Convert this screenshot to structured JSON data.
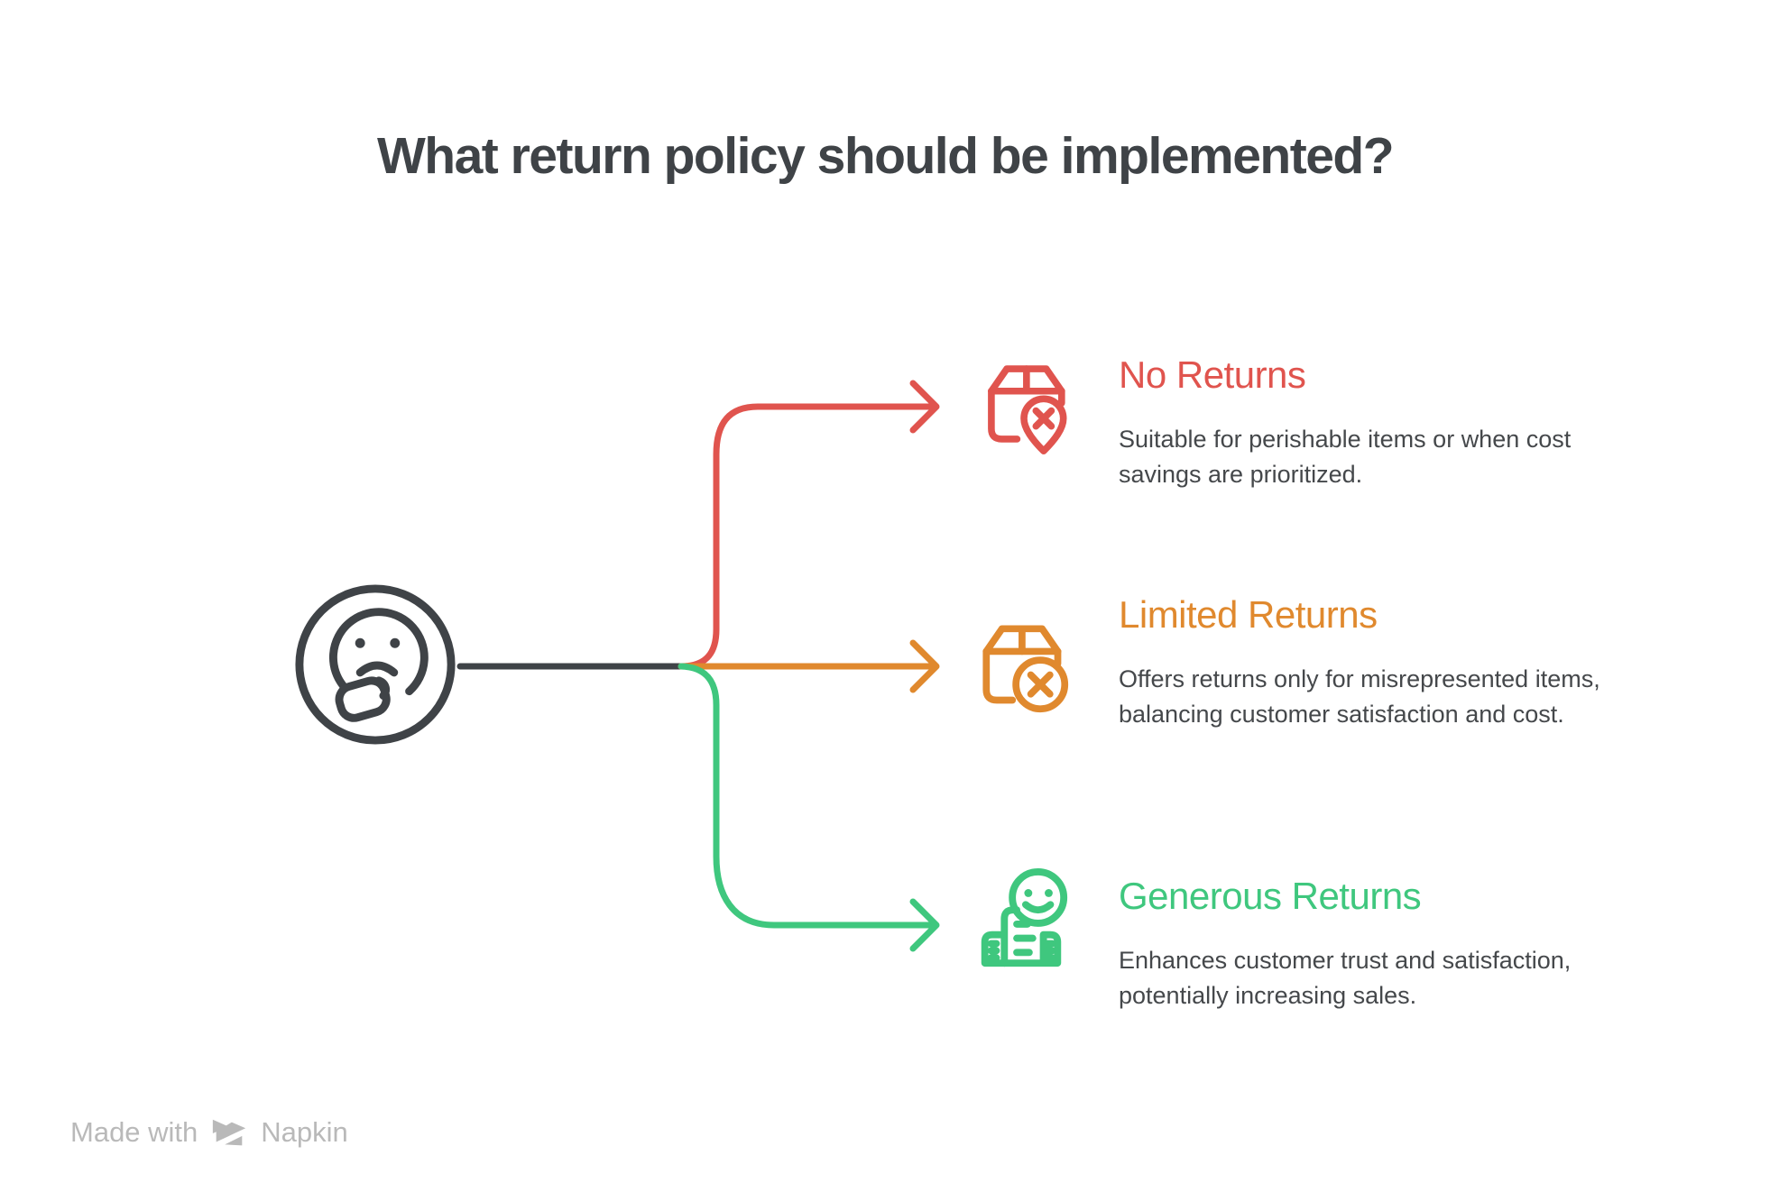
{
  "title": "What return policy should be implemented?",
  "colors": {
    "ink": "#3F4347",
    "body_text": "#45484B",
    "watermark": "#B9B9B9"
  },
  "center_icon": "thinking-face",
  "sections": [
    {
      "id": "no-returns",
      "title": "No Returns",
      "description": "Suitable for perishable items or when cost savings are prioritized.",
      "color": "#E0544E",
      "icon": "package-x-pin"
    },
    {
      "id": "limited-returns",
      "title": "Limited Returns",
      "description": "Offers returns only for misrepresented items, balancing customer satisfaction and cost.",
      "color": "#E0892E",
      "icon": "package-x-circle"
    },
    {
      "id": "generous-returns",
      "title": "Generous Returns",
      "description": "Enhances customer trust and satisfaction, potentially increasing sales.",
      "color": "#3FC77E",
      "icon": "receipt-smiley"
    }
  ],
  "watermark": {
    "prefix": "Made with",
    "brand": "Napkin"
  }
}
